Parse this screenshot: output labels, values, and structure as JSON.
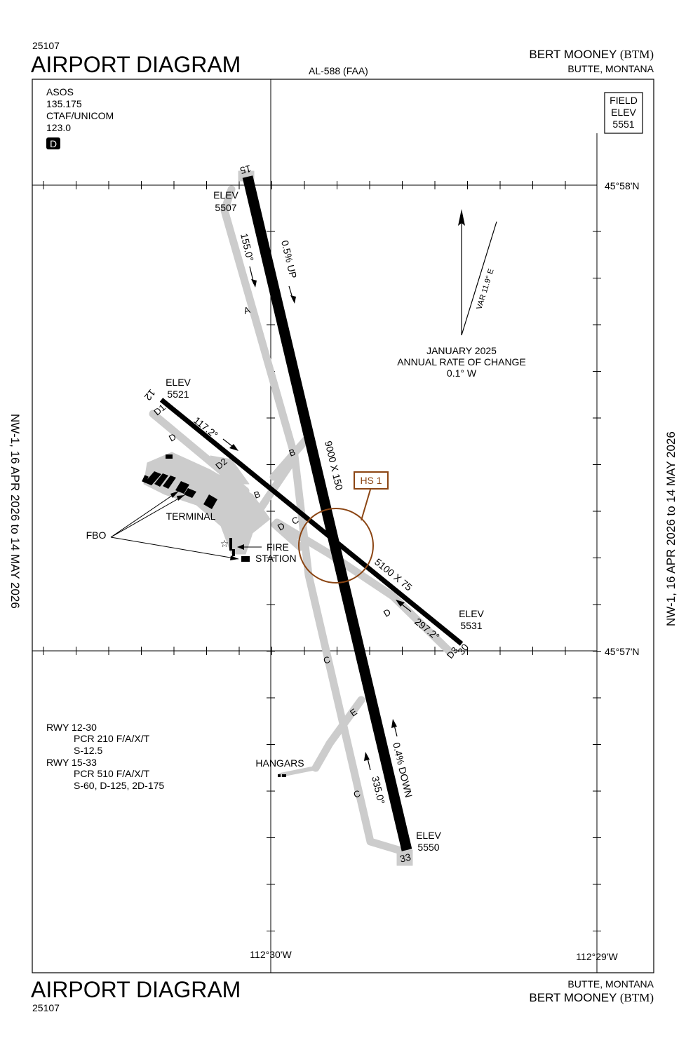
{
  "header": {
    "procedure_number": "25107",
    "title": "AIRPORT DIAGRAM",
    "chart_id": "AL-588 (FAA)",
    "airport_name": "BERT MOONEY",
    "airport_id": "(BTM)",
    "location": "BUTTE, MONTANA"
  },
  "footer": {
    "title": "AIRPORT DIAGRAM",
    "procedure_number": "25107",
    "location": "BUTTE, MONTANA",
    "airport_name": "BERT MOONEY",
    "airport_id": "(BTM)"
  },
  "side_text": {
    "left": "NW-1,  16 APR 2026  to  14 MAY 2026",
    "right": "NW-1,  16 APR 2026  to  14 MAY 2026"
  },
  "comms": {
    "line1": "ASOS",
    "line2": "135.175",
    "line3": "CTAF/UNICOM",
    "line4": "123.0",
    "badge": "D"
  },
  "field_elev": {
    "line1": "FIELD",
    "line2": "ELEV",
    "value": "5551"
  },
  "coordinates": {
    "lat_top": "45°58'N",
    "lat_bottom": "45°57'N",
    "lon_left": "112°30'W",
    "lon_right": "112°29'W"
  },
  "magnetic": {
    "variation": "VAR 11.9° E",
    "date": "JANUARY 2025",
    "rate_label": "ANNUAL RATE OF CHANGE",
    "rate": "0.1° W"
  },
  "runways": {
    "rwy15_33": {
      "end_15": "15",
      "end_33": "33",
      "elev_15_label": "ELEV",
      "elev_15": "5507",
      "elev_33_label": "ELEV",
      "elev_33": "5550",
      "dims": "9000 X 150",
      "heading_15": "155.0°",
      "heading_33": "335.0°",
      "slope_15": "0.5% UP",
      "slope_33": "0.4% DOWN"
    },
    "rwy12_30": {
      "end_12": "12",
      "end_30": "30",
      "elev_12_label": "ELEV",
      "elev_12": "5521",
      "elev_30_label": "ELEV",
      "elev_30": "5531",
      "dims": "5100 X 75",
      "heading_12": "117.2°",
      "heading_30": "297.2°"
    }
  },
  "taxiways": {
    "A": "A",
    "B1": "B",
    "B2": "B",
    "C1": "C",
    "C2": "C",
    "C3": "C",
    "D": "D",
    "D1": "D1",
    "D2": "D2",
    "D_lower": "D",
    "D_mid": "D",
    "D3": "D3",
    "E": "E"
  },
  "labels": {
    "hotspot": "HS 1",
    "terminal": "TERMINAL",
    "fbo": "FBO",
    "fire": "FIRE",
    "station": "STATION",
    "hangars": "HANGARS"
  },
  "pcn": {
    "rwy12_30": "RWY 12-30",
    "rwy12_30_pcr": "PCR 210 F/A/X/T",
    "rwy12_30_s": "S-12.5",
    "rwy15_33": "RWY 15-33",
    "rwy15_33_pcr": "PCR 510 F/A/X/T",
    "rwy15_33_s": "S-60, D-125, 2D-175"
  },
  "colors": {
    "runway": "#000000",
    "taxiway": "#cccccc",
    "hotspot": "#8b4513"
  }
}
